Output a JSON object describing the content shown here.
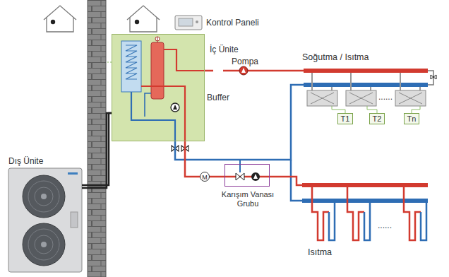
{
  "diagram": {
    "nodes": [
      {
        "text": [
          "Kontrol Paneli"
        ]
      },
      {
        "text": [
          "İç Ünite"
        ]
      },
      {
        "text": [
          "Dış Ünite"
        ]
      },
      {
        "text": [
          "Buffer"
        ]
      },
      {
        "text": [
          "T1"
        ]
      },
      {
        "text": [
          "T2"
        ]
      },
      {
        "text": [
          "Tn"
        ]
      },
      {
        "text": [
          "Karışım Vanası Grubu"
        ]
      }
    ],
    "edges": [
      {
        "from": 2,
        "to": 1,
        "arrow": "none"
      },
      {
        "from": 1,
        "to": 3,
        "arrow": "none"
      },
      {
        "from": 1,
        "to": 7,
        "arrow": "none"
      }
    ],
    "labels": [
      "Pompa",
      "Soğutma / Isıtma",
      "......",
      "......",
      "M",
      "Isıtma"
    ]
  }
}
